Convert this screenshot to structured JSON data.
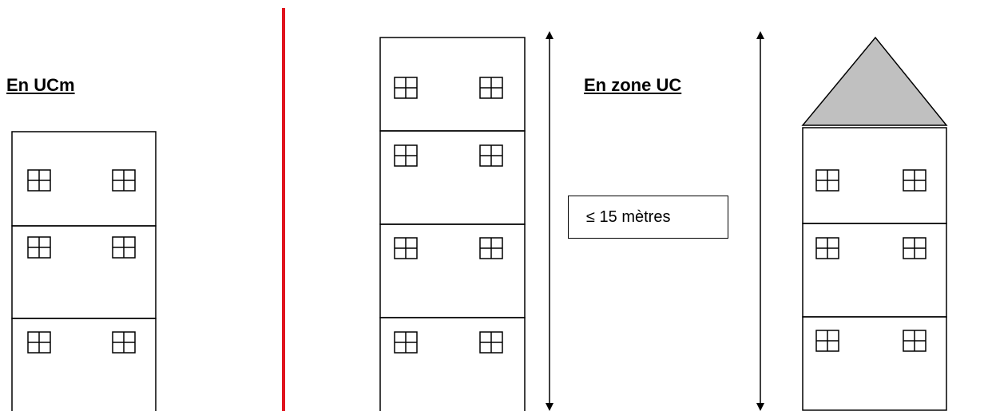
{
  "left_section": {
    "title": "En UCm"
  },
  "right_section": {
    "title": "En zone UC",
    "height_limit": "≤ 15 mètres"
  },
  "colors": {
    "divider": "#e0141e",
    "roof_fill": "#c0c0c0",
    "stroke": "#000000"
  },
  "icons": [
    "window-icon",
    "double-arrow-icon",
    "roof-icon"
  ]
}
